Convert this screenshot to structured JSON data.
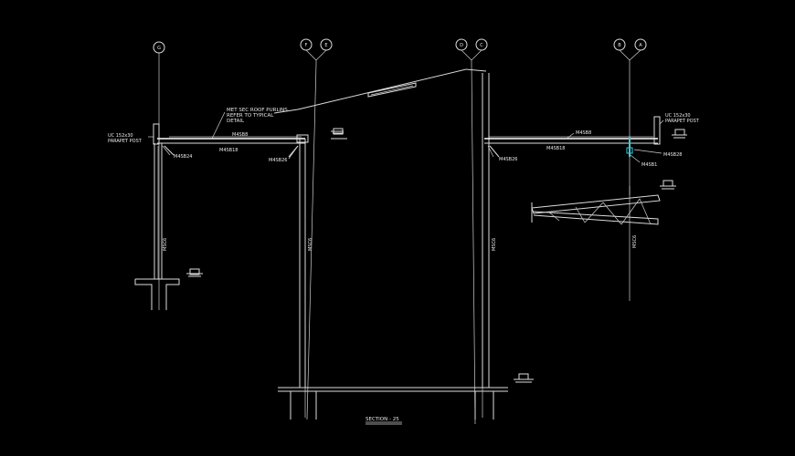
{
  "colors": {
    "background": "#000000",
    "linework": "#dcdcdc",
    "highlight": "#3fc8d0"
  },
  "grid_labels": {
    "g1": "G",
    "g2": "F",
    "g3": "E",
    "g4": "D",
    "g5": "C",
    "g6": "B",
    "g7": "A"
  },
  "annotations": {
    "purlins_line1": "MET SEC ROOF PURLINS",
    "purlins_line2": "REFER TO TYPICAL",
    "purlins_line3": "DETAIL",
    "left_post_line1": "UC 152x30",
    "left_post_line2": "PARAPET POST",
    "right_post_line1": "UC 152x30",
    "right_post_line2": "PARAPET POST",
    "mark_left_beam_a": "M4SB8",
    "mark_left_beam_b": "M4SB18",
    "mark_left_conn": "M4SB24",
    "mark_left_conn2": "M4SB26",
    "mark_right_beam_a": "M4SB8",
    "mark_right_beam_b": "M4SB18",
    "mark_right_conn": "M4SB28",
    "mark_right_conn2": "M4SB26",
    "mark_right_b1": "M4SB1",
    "col_left": "MSC6",
    "col_mid_left": "MSC6",
    "col_mid_right": "MSC6",
    "col_right": "MSC6",
    "section_title": "SECTION - 25"
  }
}
